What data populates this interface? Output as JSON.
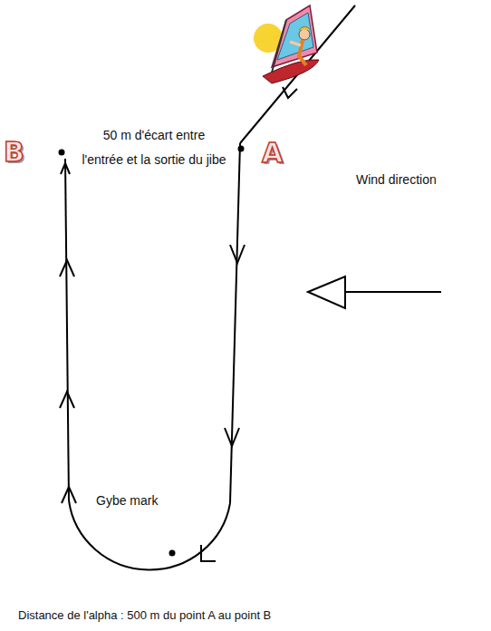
{
  "diagram": {
    "labels": [
      "B",
      "50 m d'écart entre l'entrée et la sortie du jibe",
      "A",
      "Wind direction",
      "Gybe mark",
      "Distance de l'alpha : 500 m du point A au point B"
    ]
  }
}
